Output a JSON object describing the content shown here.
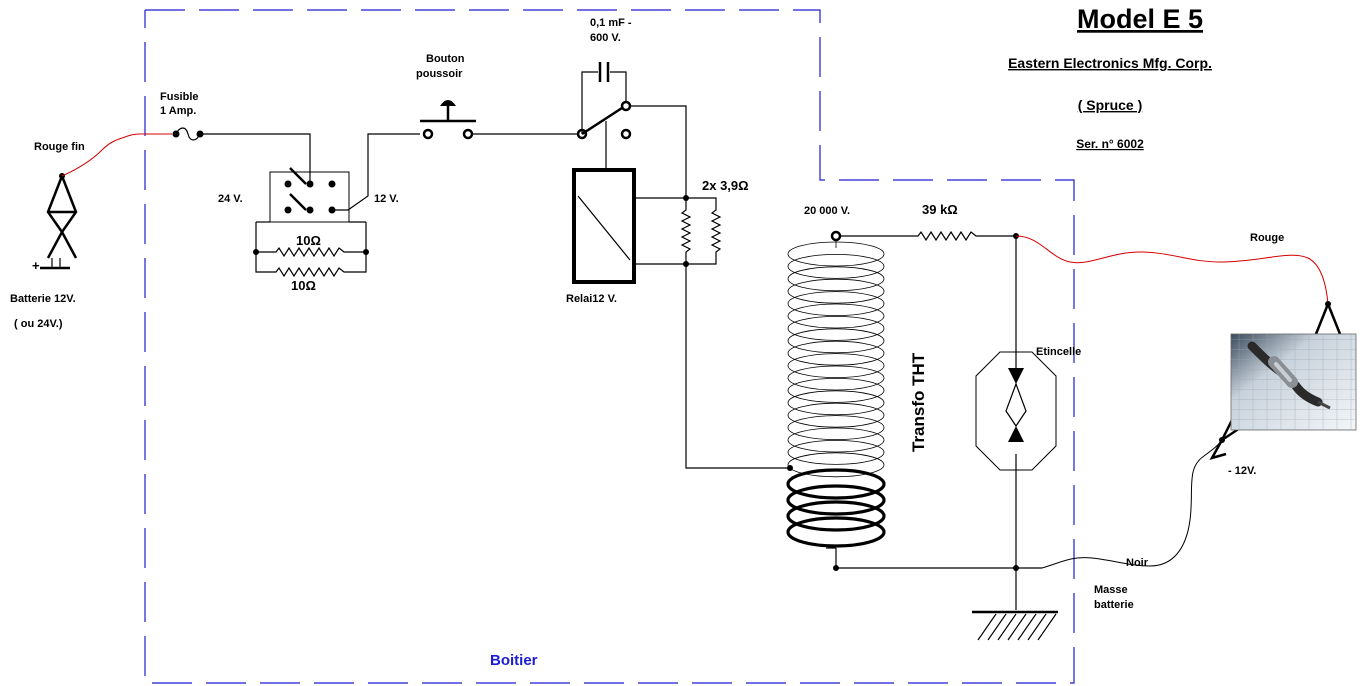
{
  "title": {
    "model": "Model E 5",
    "manufacturer": "Eastern Electronics Mfg. Corp.",
    "name": "( Spruce )",
    "serial": "Ser. n° 6002"
  },
  "enclosure": {
    "label": "Boitier",
    "color": "#1c1cd4"
  },
  "battery": {
    "wire_label": "Rouge fin",
    "plus_sign": "+",
    "label": "Batterie  12V.",
    "label_alt": "( ou 24V.)"
  },
  "fuse": {
    "label_line1": "Fusible",
    "label_line2": "1 Amp."
  },
  "voltage_switch": {
    "left_label": "24 V.",
    "right_label": "12 V.",
    "resistor_top": "10Ω",
    "resistor_bottom": "10Ω"
  },
  "push_button": {
    "label_line1": "Bouton",
    "label_line2": "poussoir"
  },
  "capacitor": {
    "label_line1": "0,1 mF -",
    "label_line2": "600 V."
  },
  "relay": {
    "label": "Relai12 V."
  },
  "shunt": {
    "label": "2x 3,9Ω"
  },
  "transformer": {
    "voltage_label": "20 000 V.",
    "label": "Transfo THT"
  },
  "series_resistor": {
    "label": "39 kΩ"
  },
  "spark_gap": {
    "label": "Etincelle"
  },
  "output": {
    "red_lead": "Rouge",
    "minus_terminal": "- 12V.",
    "black_lead": "Noir",
    "ground_line1": "Masse",
    "ground_line2": "batterie"
  },
  "colors": {
    "red_wire": "#d40000",
    "enclosure_line": "#1c1cd4"
  },
  "icons": [
    "battery-clip-icon",
    "fuse-icon",
    "switch-icon",
    "resistor-icon",
    "push-button-icon",
    "capacitor-icon",
    "relay-coil-icon",
    "transformer-coil-icon",
    "spark-gap-icon",
    "ground-icon",
    "igniter-photo"
  ]
}
